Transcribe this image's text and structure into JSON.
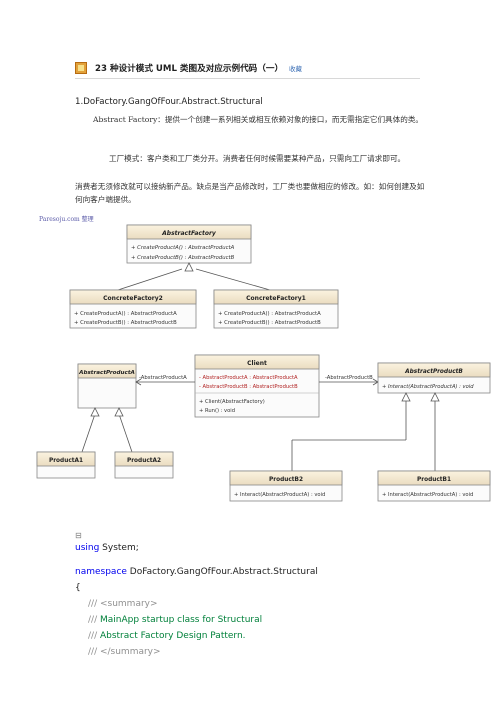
{
  "header": {
    "title": "23 种设计模式 UML 类图及对应示例代码（一）",
    "favorite_label": "收藏"
  },
  "section_heading": "1.DoFactory.GangOfFour.Abstract.Structural",
  "paragraphs": [
    "Abstract Factory：提供一个创建一系列相关或相互依赖对象的接口，而无需指定它们具体的类。",
    "工厂模式：客户类和工厂类分开。消费者任何时候需要某种产品，只需向工厂请求即可。",
    "消费者无须修改就可以接纳新产品。缺点是当产品修改时，工厂类也要做相应的修改。如：如何创建及如何向客户端提供。"
  ],
  "image_caption": "Pare­soju.com 整理",
  "diagram": {
    "abstract_factory": {
      "name": "AbstractFactory",
      "ops": [
        "+   CreateProductA() : AbstractProductA",
        "+   CreateProductB() : AbstractProductB"
      ]
    },
    "concrete_factory2": {
      "name": "ConcreteFactory2",
      "ops": [
        "+   CreateProductA() : AbstractProductA",
        "+   CreateProductB() : AbstractProductB"
      ]
    },
    "concrete_factory1": {
      "name": "ConcreteFactory1",
      "ops": [
        "+   CreateProductA() : AbstractProductA",
        "+   CreateProductB() : AbstractProductB"
      ]
    },
    "abstract_product_a": {
      "name": "AbstractProductA"
    },
    "client": {
      "name": "Client",
      "attrs": [
        "-   AbstractProductA : AbstractProductA",
        "-   AbstractProductB : AbstractProductB"
      ],
      "ops": [
        "+   Client(AbstractFactory)",
        "+   Run() : void"
      ]
    },
    "abstract_product_b": {
      "name": "AbstractProductB",
      "ops": [
        "+   Interact(AbstractProductA) : void"
      ]
    },
    "product_a1": {
      "name": "ProductA1"
    },
    "product_a2": {
      "name": "ProductA2"
    },
    "product_b2": {
      "name": "ProductB2",
      "ops": [
        "+   Interact(AbstractProductA) : void"
      ]
    },
    "product_b1": {
      "name": "ProductB1",
      "ops": [
        "+   Interact(AbstractProductA) : void"
      ]
    },
    "assoc_left_label": "-AbstractProductA",
    "assoc_right_label": "-AbstractProductB"
  },
  "code": {
    "collapse_glyph": "⊟",
    "line1_kw": "using",
    "line1_rest": " System;",
    "line2_kw": "namespace",
    "line2_rest": " DoFactory.GangOfFour.Abstract.Structural",
    "line3": "{",
    "comment_prefix": "///",
    "c1_tag": " <summary>",
    "c2_text": " MainApp startup class for Structural",
    "c3_text": " Abstract Factory Design Pattern.",
    "c4_tag": " </summary>"
  }
}
